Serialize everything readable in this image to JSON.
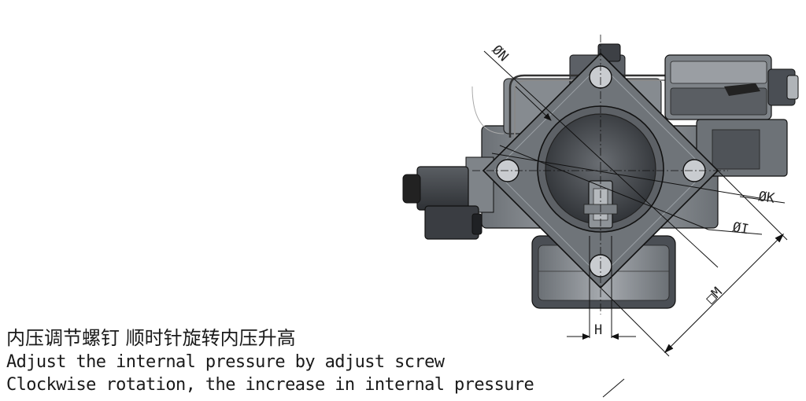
{
  "dimensions": {
    "n": "ØN",
    "k": "ØK",
    "i": "ØI",
    "m": "□M",
    "h": "H"
  },
  "caption": {
    "chinese": "内压调节螺钉 顺时针旋转内压升高",
    "english_line1": "Adjust the internal pressure by adjust screw",
    "english_line2": "Clockwise rotation, the increase in internal pressure"
  },
  "colors": {
    "body": "#8f9499",
    "body_dark": "#4a4e54",
    "flange": "#6f7479",
    "bore": "#3c3f44",
    "line": "#111111"
  }
}
